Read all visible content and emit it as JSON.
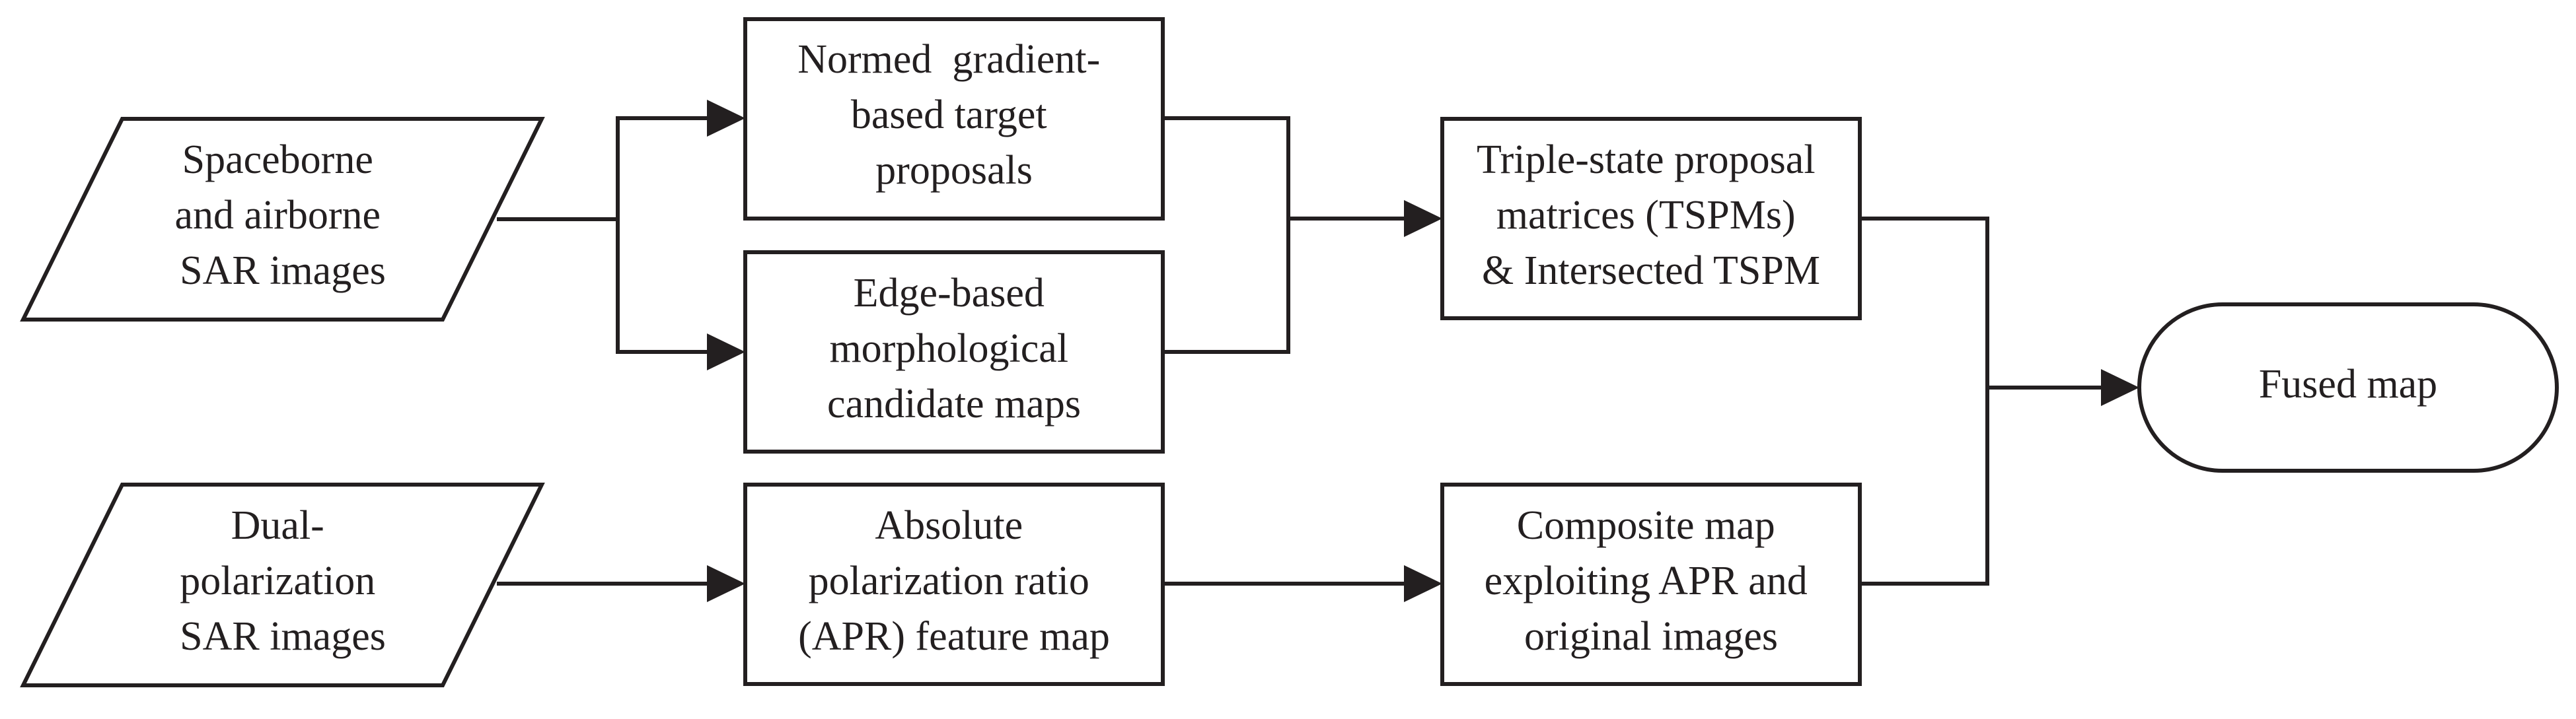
{
  "diagram": {
    "colors": {
      "stroke": "#231f20",
      "fill": "#ffffff",
      "text": "#231f20"
    },
    "nodes": {
      "sar_images": {
        "shape": "parallelogram",
        "lines": [
          "Spaceborne",
          "and airborne",
          "SAR images"
        ]
      },
      "dual_pol_images": {
        "shape": "parallelogram",
        "lines": [
          "Dual-",
          "polarization",
          "SAR images"
        ]
      },
      "normed_gradient": {
        "shape": "rectangle",
        "lines": [
          "Normed  gradient-",
          "based target",
          "proposals"
        ]
      },
      "edge_morph": {
        "shape": "rectangle",
        "lines": [
          "Edge-based",
          "morphological",
          "candidate maps"
        ]
      },
      "apr_map": {
        "shape": "rectangle",
        "lines": [
          "Absolute",
          "polarization ratio",
          "(APR) feature map"
        ]
      },
      "tspm": {
        "shape": "rectangle",
        "lines": [
          "Triple-state proposal",
          "matrices (TSPMs)",
          "& Intersected TSPM"
        ]
      },
      "composite": {
        "shape": "rectangle",
        "lines": [
          "Composite map",
          "exploiting APR and",
          "original images"
        ]
      },
      "fused": {
        "shape": "terminator",
        "lines": [
          "Fused map"
        ]
      }
    },
    "edges": [
      {
        "from": "sar_images",
        "to": "normed_gradient"
      },
      {
        "from": "sar_images",
        "to": "edge_morph"
      },
      {
        "from": "normed_gradient",
        "to": "tspm"
      },
      {
        "from": "edge_morph",
        "to": "tspm"
      },
      {
        "from": "dual_pol_images",
        "to": "apr_map"
      },
      {
        "from": "apr_map",
        "to": "composite"
      },
      {
        "from": "tspm",
        "to": "fused"
      },
      {
        "from": "composite",
        "to": "fused"
      }
    ]
  }
}
